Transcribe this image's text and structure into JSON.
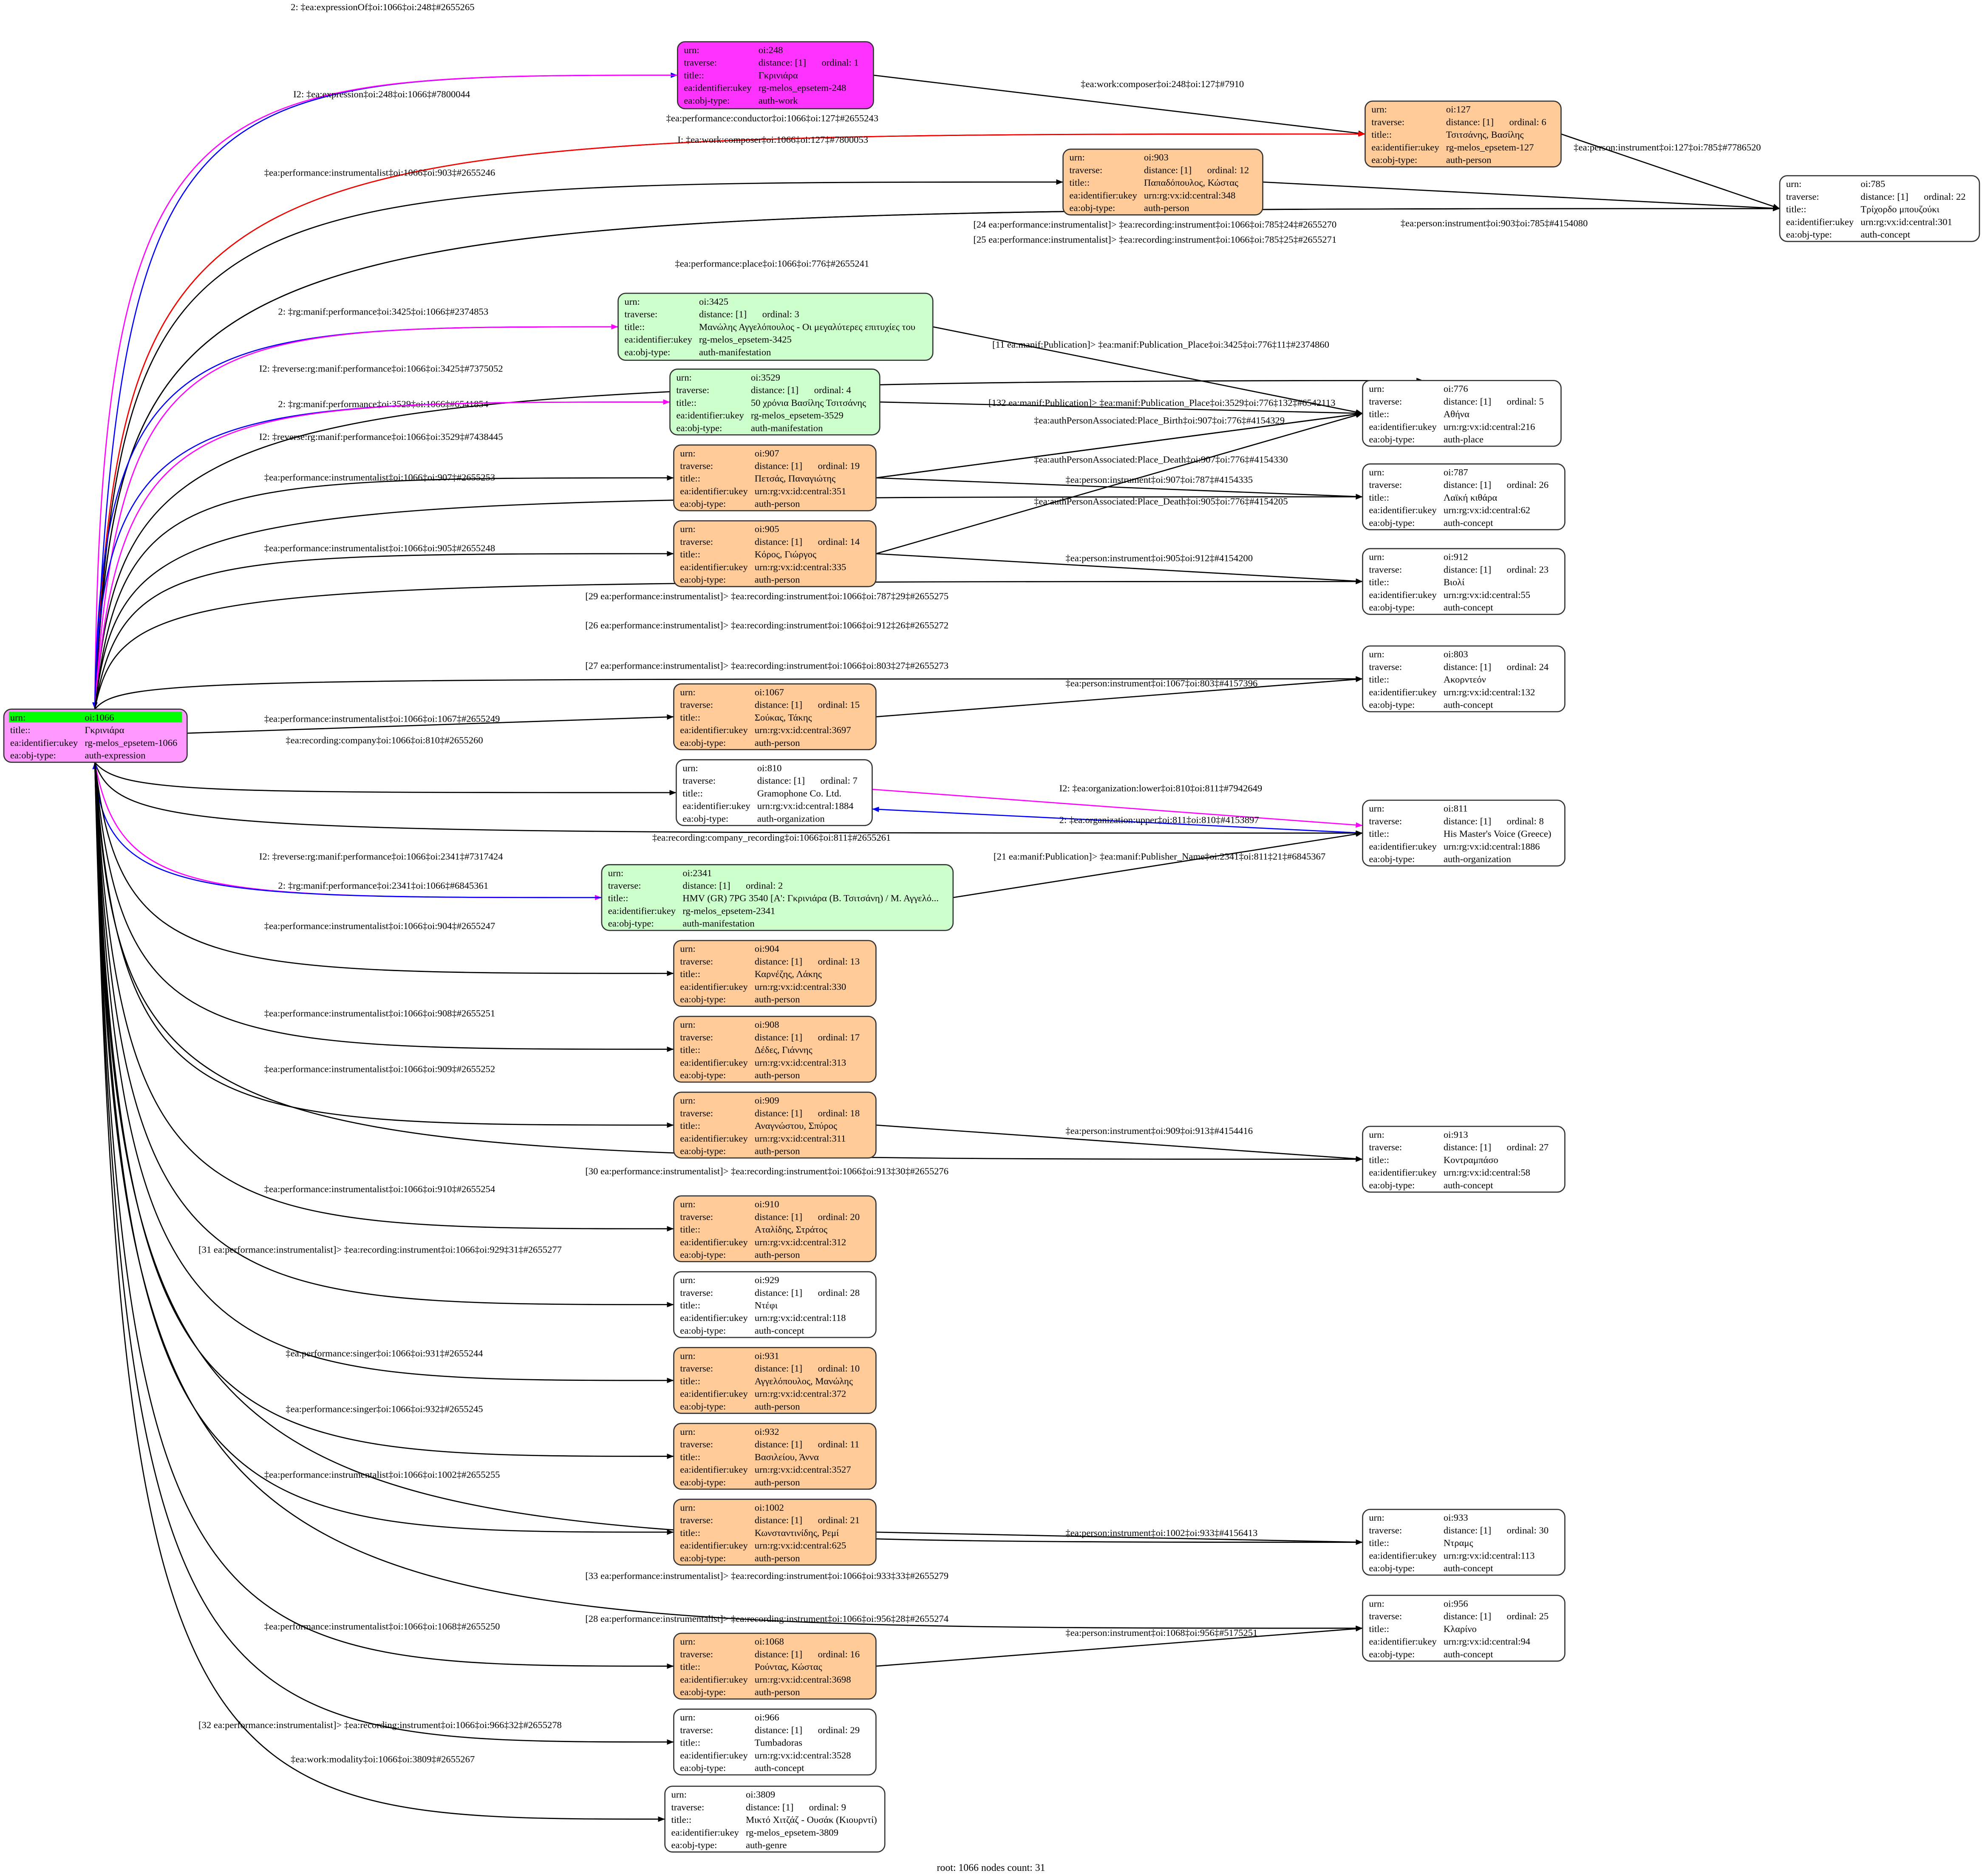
{
  "row_labels": {
    "urn": "urn:",
    "traverse": "traverse:",
    "title": "title::",
    "ukey": "ea:identifier:ukey",
    "type": "ea:obj-type:"
  },
  "colors": {
    "work": "#ff33ff",
    "expression": "#ff99ff",
    "person": "#ffcc99",
    "manifestation": "#ccffcc",
    "plain": "#ffffff",
    "root_urn": "#00ff00",
    "black": "#000000",
    "blue": "#0000ff",
    "magenta": "#ff00ff",
    "red": "#ff0000"
  },
  "nodes": [
    {
      "id": "oi:1066",
      "distance": "",
      "ordinal": "",
      "title": "Γκρινιάρα",
      "ukey": "rg-melos_epsetem-1066",
      "type": "auth-expression",
      "fill": "#ff99ff",
      "root": true
    },
    {
      "id": "oi:248",
      "distance": "distance: [1]",
      "ordinal": "ordinal: 1",
      "title": "Γκρινιάρα",
      "ukey": "rg-melos_epsetem-248",
      "type": "auth-work",
      "fill": "#ff33ff"
    },
    {
      "id": "oi:127",
      "distance": "distance: [1]",
      "ordinal": "ordinal: 6",
      "title": "Τσιτσάνης, Βασίλης",
      "ukey": "rg-melos_epsetem-127",
      "type": "auth-person",
      "fill": "#ffcc99"
    },
    {
      "id": "oi:903",
      "distance": "distance: [1]",
      "ordinal": "ordinal: 12",
      "title": "Παπαδόπουλος, Κώστας",
      "ukey": "urn:rg:vx:id:central:348",
      "type": "auth-person",
      "fill": "#ffcc99"
    },
    {
      "id": "oi:785",
      "distance": "distance: [1]",
      "ordinal": "ordinal: 22",
      "title": "Τρίχορδο μπουζούκι",
      "ukey": "urn:rg:vx:id:central:301",
      "type": "auth-concept",
      "fill": "#ffffff"
    },
    {
      "id": "oi:3425",
      "distance": "distance: [1]",
      "ordinal": "ordinal: 3",
      "title": "Μανώλης Αγγελόπουλος - Οι μεγαλύτερες επιτυχίες του",
      "ukey": "rg-melos_epsetem-3425",
      "type": "auth-manifestation",
      "fill": "#ccffcc"
    },
    {
      "id": "oi:3529",
      "distance": "distance: [1]",
      "ordinal": "ordinal: 4",
      "title": "50 χρόνια Βασίλης Τσιτσάνης",
      "ukey": "rg-melos_epsetem-3529",
      "type": "auth-manifestation",
      "fill": "#ccffcc"
    },
    {
      "id": "oi:776",
      "distance": "distance: [1]",
      "ordinal": "ordinal: 5",
      "title": "Αθήνα",
      "ukey": "urn:rg:vx:id:central:216",
      "type": "auth-place",
      "fill": "#ffffff"
    },
    {
      "id": "oi:907",
      "distance": "distance: [1]",
      "ordinal": "ordinal: 19",
      "title": "Πετσάς, Παναγιώτης",
      "ukey": "urn:rg:vx:id:central:351",
      "type": "auth-person",
      "fill": "#ffcc99"
    },
    {
      "id": "oi:787",
      "distance": "distance: [1]",
      "ordinal": "ordinal: 26",
      "title": "Λαϊκή κιθάρα",
      "ukey": "urn:rg:vx:id:central:62",
      "type": "auth-concept",
      "fill": "#ffffff"
    },
    {
      "id": "oi:905",
      "distance": "distance: [1]",
      "ordinal": "ordinal: 14",
      "title": "Κόρος, Γιώργος",
      "ukey": "urn:rg:vx:id:central:335",
      "type": "auth-person",
      "fill": "#ffcc99"
    },
    {
      "id": "oi:912",
      "distance": "distance: [1]",
      "ordinal": "ordinal: 23",
      "title": "Βιολί",
      "ukey": "urn:rg:vx:id:central:55",
      "type": "auth-concept",
      "fill": "#ffffff"
    },
    {
      "id": "oi:803",
      "distance": "distance: [1]",
      "ordinal": "ordinal: 24",
      "title": "Ακορντεόν",
      "ukey": "urn:rg:vx:id:central:132",
      "type": "auth-concept",
      "fill": "#ffffff"
    },
    {
      "id": "oi:1067",
      "distance": "distance: [1]",
      "ordinal": "ordinal: 15",
      "title": "Σούκας, Τάκης",
      "ukey": "urn:rg:vx:id:central:3697",
      "type": "auth-person",
      "fill": "#ffcc99"
    },
    {
      "id": "oi:810",
      "distance": "distance: [1]",
      "ordinal": "ordinal: 7",
      "title": "Gramophone Co. Ltd.",
      "ukey": "urn:rg:vx:id:central:1884",
      "type": "auth-organization",
      "fill": "#ffffff"
    },
    {
      "id": "oi:811",
      "distance": "distance: [1]",
      "ordinal": "ordinal: 8",
      "title": "His Master's Voice (Greece)",
      "ukey": "urn:rg:vx:id:central:1886",
      "type": "auth-organization",
      "fill": "#ffffff"
    },
    {
      "id": "oi:2341",
      "distance": "distance: [1]",
      "ordinal": "ordinal: 2",
      "title": "HMV (GR) 7PG 3540 [A': Γκρινιάρα (Β. Τσιτσάνη) / Μ. Αγγελό...",
      "ukey": "rg-melos_epsetem-2341",
      "type": "auth-manifestation",
      "fill": "#ccffcc"
    },
    {
      "id": "oi:904",
      "distance": "distance: [1]",
      "ordinal": "ordinal: 13",
      "title": "Καρνέζης, Λάκης",
      "ukey": "urn:rg:vx:id:central:330",
      "type": "auth-person",
      "fill": "#ffcc99"
    },
    {
      "id": "oi:908",
      "distance": "distance: [1]",
      "ordinal": "ordinal: 17",
      "title": "Δέδες, Γιάννης",
      "ukey": "urn:rg:vx:id:central:313",
      "type": "auth-person",
      "fill": "#ffcc99"
    },
    {
      "id": "oi:909",
      "distance": "distance: [1]",
      "ordinal": "ordinal: 18",
      "title": "Αναγνώστου, Σπύρος",
      "ukey": "urn:rg:vx:id:central:311",
      "type": "auth-person",
      "fill": "#ffcc99"
    },
    {
      "id": "oi:913",
      "distance": "distance: [1]",
      "ordinal": "ordinal: 27",
      "title": "Κοντραμπάσο",
      "ukey": "urn:rg:vx:id:central:58",
      "type": "auth-concept",
      "fill": "#ffffff"
    },
    {
      "id": "oi:910",
      "distance": "distance: [1]",
      "ordinal": "ordinal: 20",
      "title": "Αταλίδης, Στράτος",
      "ukey": "urn:rg:vx:id:central:312",
      "type": "auth-person",
      "fill": "#ffcc99"
    },
    {
      "id": "oi:929",
      "distance": "distance: [1]",
      "ordinal": "ordinal: 28",
      "title": "Ντέφι",
      "ukey": "urn:rg:vx:id:central:118",
      "type": "auth-concept",
      "fill": "#ffffff"
    },
    {
      "id": "oi:931",
      "distance": "distance: [1]",
      "ordinal": "ordinal: 10",
      "title": "Αγγελόπουλος, Μανώλης",
      "ukey": "urn:rg:vx:id:central:372",
      "type": "auth-person",
      "fill": "#ffcc99"
    },
    {
      "id": "oi:932",
      "distance": "distance: [1]",
      "ordinal": "ordinal: 11",
      "title": "Βασιλείου, Άννα",
      "ukey": "urn:rg:vx:id:central:3527",
      "type": "auth-person",
      "fill": "#ffcc99"
    },
    {
      "id": "oi:1002",
      "distance": "distance: [1]",
      "ordinal": "ordinal: 21",
      "title": "Κωνσταντινίδης, Ρεμί",
      "ukey": "urn:rg:vx:id:central:625",
      "type": "auth-person",
      "fill": "#ffcc99"
    },
    {
      "id": "oi:933",
      "distance": "distance: [1]",
      "ordinal": "ordinal: 30",
      "title": "Ντραμς",
      "ukey": "urn:rg:vx:id:central:113",
      "type": "auth-concept",
      "fill": "#ffffff"
    },
    {
      "id": "oi:956",
      "distance": "distance: [1]",
      "ordinal": "ordinal: 25",
      "title": "Κλαρίνο",
      "ukey": "urn:rg:vx:id:central:94",
      "type": "auth-concept",
      "fill": "#ffffff"
    },
    {
      "id": "oi:1068",
      "distance": "distance: [1]",
      "ordinal": "ordinal: 16",
      "title": "Ρούντας, Κώστας",
      "ukey": "urn:rg:vx:id:central:3698",
      "type": "auth-person",
      "fill": "#ffcc99"
    },
    {
      "id": "oi:966",
      "distance": "distance: [1]",
      "ordinal": "ordinal: 29",
      "title": "Tumbadoras",
      "ukey": "urn:rg:vx:id:central:3528",
      "type": "auth-concept",
      "fill": "#ffffff"
    },
    {
      "id": "oi:3809",
      "distance": "distance: [1]",
      "ordinal": "ordinal: 9",
      "title": "Μικτό Χιτζάζ - Ουσάκ (Κιουρντί)",
      "ukey": "rg-melos_epsetem-3809",
      "type": "auth-genre",
      "fill": "#ffffff"
    }
  ],
  "edges": [
    {
      "from": "oi:1066",
      "to": "oi:248",
      "color": "#0000ff",
      "label": "2: ‡ea:expressionOf‡oi:1066‡oi:248‡#2655265"
    },
    {
      "from": "oi:248",
      "to": "oi:1066",
      "color": "#ff00ff",
      "label": "I2: ‡ea:expression‡oi:248‡oi:1066‡#7800044"
    },
    {
      "from": "oi:248",
      "to": "oi:127",
      "color": "#000000",
      "label": "‡ea:work:composer‡oi:248‡oi:127‡#7910"
    },
    {
      "from": "oi:1066",
      "to": "oi:127",
      "color": "#000000",
      "label": "‡ea:performance:conductor‡oi:1066‡oi:127‡#2655243"
    },
    {
      "from": "oi:1066",
      "to": "oi:127",
      "color": "#ff0000",
      "label": "I: ‡ea:work:composer‡oi:1066‡oi:127‡#7800053"
    },
    {
      "from": "oi:127",
      "to": "oi:785",
      "color": "#000000",
      "label": "‡ea:person:instrument‡oi:127‡oi:785‡#7786520"
    },
    {
      "from": "oi:1066",
      "to": "oi:903",
      "color": "#000000",
      "label": "‡ea:performance:instrumentalist‡oi:1066‡oi:903‡#2655246"
    },
    {
      "from": "oi:903",
      "to": "oi:785",
      "color": "#000000",
      "label": "‡ea:person:instrument‡oi:903‡oi:785‡#4154080"
    },
    {
      "from": "oi:1066",
      "to": "oi:785",
      "color": "#000000",
      "label": "[24 ea:performance:instrumentalist]> ‡ea:recording:instrument‡oi:1066‡oi:785‡24‡#2655270"
    },
    {
      "from": "oi:1066",
      "to": "oi:785",
      "color": "#000000",
      "label": "[25 ea:performance:instrumentalist]> ‡ea:recording:instrument‡oi:1066‡oi:785‡25‡#2655271"
    },
    {
      "from": "oi:1066",
      "to": "oi:776",
      "color": "#000000",
      "label": "‡ea:performance:place‡oi:1066‡oi:776‡#2655241"
    },
    {
      "from": "oi:3425",
      "to": "oi:1066",
      "color": "#0000ff",
      "label": "2: ‡rg:manif:performance‡oi:3425‡oi:1066‡#2374853"
    },
    {
      "from": "oi:1066",
      "to": "oi:3425",
      "color": "#ff00ff",
      "label": "I2: ‡reverse:rg:manif:performance‡oi:1066‡oi:3425‡#7375052"
    },
    {
      "from": "oi:3425",
      "to": "oi:776",
      "color": "#000000",
      "label": "[11 ea:manif:Publication]> ‡ea:manif:Publication_Place‡oi:3425‡oi:776‡11‡#2374860"
    },
    {
      "from": "oi:3529",
      "to": "oi:1066",
      "color": "#0000ff",
      "label": "2: ‡rg:manif:performance‡oi:3529‡oi:1066‡#6541854"
    },
    {
      "from": "oi:3529",
      "to": "oi:776",
      "color": "#000000",
      "label": "[132 ea:manif:Publication]> ‡ea:manif:Publication_Place‡oi:3529‡oi:776‡132‡#6542113"
    },
    {
      "from": "oi:1066",
      "to": "oi:3529",
      "color": "#ff00ff",
      "label": "I2: ‡reverse:rg:manif:performance‡oi:1066‡oi:3529‡#7438445"
    },
    {
      "from": "oi:907",
      "to": "oi:776",
      "color": "#000000",
      "label": "‡ea:authPersonAssociated:Place_Birth‡oi:907‡oi:776‡#4154329"
    },
    {
      "from": "oi:1066",
      "to": "oi:907",
      "color": "#000000",
      "label": "‡ea:performance:instrumentalist‡oi:1066‡oi:907‡#2655253"
    },
    {
      "from": "oi:907",
      "to": "oi:776",
      "color": "#000000",
      "label": "‡ea:authPersonAssociated:Place_Death‡oi:907‡oi:776‡#4154330"
    },
    {
      "from": "oi:907",
      "to": "oi:787",
      "color": "#000000",
      "label": "‡ea:person:instrument‡oi:907‡oi:787‡#4154335"
    },
    {
      "from": "oi:905",
      "to": "oi:776",
      "color": "#000000",
      "label": "‡ea:authPersonAssociated:Place_Death‡oi:905‡oi:776‡#4154205"
    },
    {
      "from": "oi:1066",
      "to": "oi:905",
      "color": "#000000",
      "label": "‡ea:performance:instrumentalist‡oi:1066‡oi:905‡#2655248"
    },
    {
      "from": "oi:905",
      "to": "oi:912",
      "color": "#000000",
      "label": "‡ea:person:instrument‡oi:905‡oi:912‡#4154200"
    },
    {
      "from": "oi:1066",
      "to": "oi:787",
      "color": "#000000",
      "label": "[29 ea:performance:instrumentalist]> ‡ea:recording:instrument‡oi:1066‡oi:787‡29‡#2655275"
    },
    {
      "from": "oi:1066",
      "to": "oi:912",
      "color": "#000000",
      "label": "[26 ea:performance:instrumentalist]> ‡ea:recording:instrument‡oi:1066‡oi:912‡26‡#2655272"
    },
    {
      "from": "oi:1066",
      "to": "oi:803",
      "color": "#000000",
      "label": "[27 ea:performance:instrumentalist]> ‡ea:recording:instrument‡oi:1066‡oi:803‡27‡#2655273"
    },
    {
      "from": "oi:1067",
      "to": "oi:803",
      "color": "#000000",
      "label": "‡ea:person:instrument‡oi:1067‡oi:803‡#4157396"
    },
    {
      "from": "oi:1066",
      "to": "oi:1067",
      "color": "#000000",
      "label": "‡ea:performance:instrumentalist‡oi:1066‡oi:1067‡#2655249"
    },
    {
      "from": "oi:1066",
      "to": "oi:810",
      "color": "#000000",
      "label": "‡ea:recording:company‡oi:1066‡oi:810‡#2655260"
    },
    {
      "from": "oi:810",
      "to": "oi:811",
      "color": "#ff00ff",
      "label": "I2: ‡ea:organization:lower‡oi:810‡oi:811‡#7942649"
    },
    {
      "from": "oi:811",
      "to": "oi:810",
      "color": "#0000ff",
      "label": "2: ‡ea:organization:upper‡oi:811‡oi:810‡#4153897"
    },
    {
      "from": "oi:1066",
      "to": "oi:811",
      "color": "#000000",
      "label": "‡ea:recording:company_recording‡oi:1066‡oi:811‡#2655261"
    },
    {
      "from": "oi:2341",
      "to": "oi:811",
      "color": "#000000",
      "label": "[21 ea:manif:Publication]> ‡ea:manif:Publisher_Name‡oi:2341‡oi:811‡21‡#6845367"
    },
    {
      "from": "oi:1066",
      "to": "oi:2341",
      "color": "#ff00ff",
      "label": "I2: ‡reverse:rg:manif:performance‡oi:1066‡oi:2341‡#7317424"
    },
    {
      "from": "oi:2341",
      "to": "oi:1066",
      "color": "#0000ff",
      "label": "2: ‡rg:manif:performance‡oi:2341‡oi:1066‡#6845361"
    },
    {
      "from": "oi:1066",
      "to": "oi:904",
      "color": "#000000",
      "label": "‡ea:performance:instrumentalist‡oi:1066‡oi:904‡#2655247"
    },
    {
      "from": "oi:1066",
      "to": "oi:908",
      "color": "#000000",
      "label": "‡ea:performance:instrumentalist‡oi:1066‡oi:908‡#2655251"
    },
    {
      "from": "oi:1066",
      "to": "oi:909",
      "color": "#000000",
      "label": "‡ea:performance:instrumentalist‡oi:1066‡oi:909‡#2655252"
    },
    {
      "from": "oi:909",
      "to": "oi:913",
      "color": "#000000",
      "label": "‡ea:person:instrument‡oi:909‡oi:913‡#4154416"
    },
    {
      "from": "oi:1066",
      "to": "oi:913",
      "color": "#000000",
      "label": "[30 ea:performance:instrumentalist]> ‡ea:recording:instrument‡oi:1066‡oi:913‡30‡#2655276"
    },
    {
      "from": "oi:1066",
      "to": "oi:910",
      "color": "#000000",
      "label": "‡ea:performance:instrumentalist‡oi:1066‡oi:910‡#2655254"
    },
    {
      "from": "oi:1066",
      "to": "oi:929",
      "color": "#000000",
      "label": "[31 ea:performance:instrumentalist]> ‡ea:recording:instrument‡oi:1066‡oi:929‡31‡#2655277"
    },
    {
      "from": "oi:1066",
      "to": "oi:931",
      "color": "#000000",
      "label": "‡ea:performance:singer‡oi:1066‡oi:931‡#2655244"
    },
    {
      "from": "oi:1066",
      "to": "oi:932",
      "color": "#000000",
      "label": "‡ea:performance:singer‡oi:1066‡oi:932‡#2655245"
    },
    {
      "from": "oi:1066",
      "to": "oi:1002",
      "color": "#000000",
      "label": "‡ea:performance:instrumentalist‡oi:1066‡oi:1002‡#2655255"
    },
    {
      "from": "oi:1002",
      "to": "oi:933",
      "color": "#000000",
      "label": "‡ea:person:instrument‡oi:1002‡oi:933‡#4156413"
    },
    {
      "from": "oi:1066",
      "to": "oi:933",
      "color": "#000000",
      "label": "[33 ea:performance:instrumentalist]> ‡ea:recording:instrument‡oi:1066‡oi:933‡33‡#2655279"
    },
    {
      "from": "oi:1066",
      "to": "oi:956",
      "color": "#000000",
      "label": "[28 ea:performance:instrumentalist]> ‡ea:recording:instrument‡oi:1066‡oi:956‡28‡#2655274"
    },
    {
      "from": "oi:1066",
      "to": "oi:1068",
      "color": "#000000",
      "label": "‡ea:performance:instrumentalist‡oi:1066‡oi:1068‡#2655250"
    },
    {
      "from": "oi:1068",
      "to": "oi:956",
      "color": "#000000",
      "label": "‡ea:person:instrument‡oi:1068‡oi:956‡#5175251"
    },
    {
      "from": "oi:1066",
      "to": "oi:966",
      "color": "#000000",
      "label": "[32 ea:performance:instrumentalist]> ‡ea:recording:instrument‡oi:1066‡oi:966‡32‡#2655278"
    },
    {
      "from": "oi:1066",
      "to": "oi:3809",
      "color": "#000000",
      "label": "‡ea:work:modality‡oi:1066‡oi:3809‡#2655267"
    }
  ],
  "footer": "root: 1066 nodes count: 31"
}
